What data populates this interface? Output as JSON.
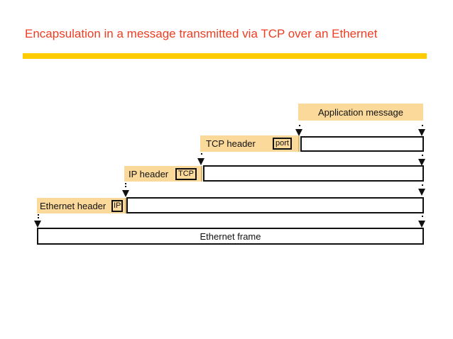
{
  "title": "Encapsulation in a message transmitted via TCP over an Ethernet",
  "colors": {
    "title": "#ee3d23",
    "rule": "#ffcc00",
    "header_fill": "#fbd99a",
    "outline": "#111111"
  },
  "layers": {
    "application": {
      "label": "Application message"
    },
    "tcp": {
      "header_label": "TCP header",
      "tag": "port"
    },
    "ip": {
      "header_label": "IP header",
      "tag": "TCP"
    },
    "ethernet": {
      "header_label": "Ethernet header",
      "tag": "IP"
    },
    "frame": {
      "label": "Ethernet frame"
    }
  }
}
